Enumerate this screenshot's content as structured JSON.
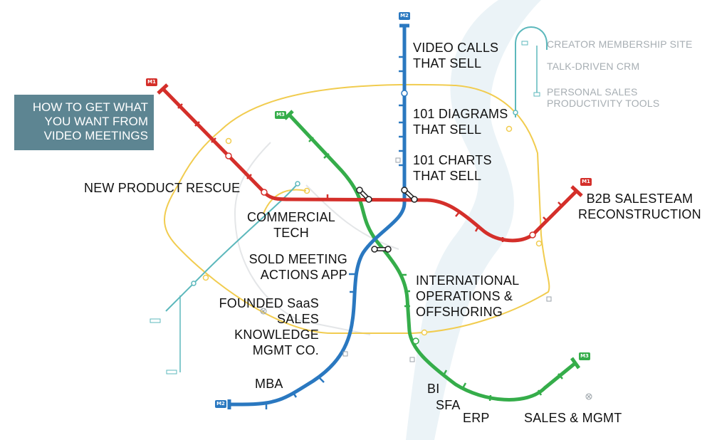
{
  "title_box": {
    "line1": "HOW TO GET WHAT",
    "line2": "YOU WANT FROM",
    "line3": "VIDEO MEETINGS"
  },
  "badges": {
    "m1": "M1",
    "m2": "M2",
    "m3": "M3"
  },
  "colors": {
    "m1": "#d42f2a",
    "m2": "#2a78c0",
    "m3": "#35ad4a",
    "circle_line": "#f1cc4f",
    "branch": "#5cb8bc",
    "river": "#ebf3f7",
    "title_bg": "#5d8592"
  },
  "stations": {
    "video_calls": [
      "VIDEO CALLS",
      "THAT SELL"
    ],
    "diagrams": [
      "101 DIAGRAMS",
      "THAT SELL"
    ],
    "charts": [
      "101 CHARTS",
      "THAT SELL"
    ],
    "new_product": "NEW PRODUCT RESCUE",
    "b2b": [
      "B2B SALESTEAM",
      "RECONSTRUCTION"
    ],
    "commercial": [
      "COMMERCIAL",
      "TECH"
    ],
    "sold_meeting": [
      "SOLD MEETING",
      "ACTIONS APP"
    ],
    "international": [
      "INTERNATIONAL",
      "OPERATIONS &",
      "OFFSHORING"
    ],
    "founded": [
      "FOUNDED SaaS",
      "SALES",
      "KNOWLEDGE",
      "MGMT CO."
    ],
    "mba": "MBA",
    "bi": "BI",
    "sfa": "SFA",
    "erp": "ERP",
    "sales_mgmt": "SALES & MGMT"
  },
  "branch_stations": {
    "creator": "CREATOR MEMBERSHIP SITE",
    "talk_driven": "TALK-DRIVEN CRM",
    "personal": [
      "PERSONAL SALES",
      "PRODUCTIVITY TOOLS"
    ]
  }
}
